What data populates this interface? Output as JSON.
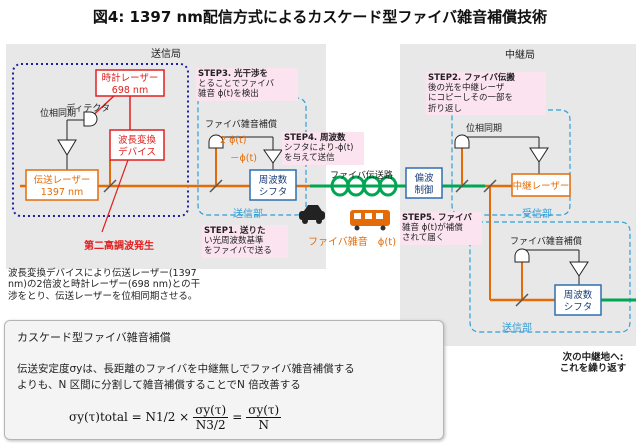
{
  "title": "図4: 1397 nm配信方式によるカスケード型ファイバ雑音補償技術",
  "stations": {
    "transmit": "送信局",
    "relay": "中継局",
    "transmit_unit": "送信部",
    "receive_unit": "受信部",
    "send_unit": "送信部"
  },
  "components": {
    "clock_laser_1": "時計レーザー",
    "clock_laser_2": "698 nm",
    "conversion_1": "波長変換",
    "conversion_2": "デバイス",
    "transmit_laser_1": "伝送レーザー",
    "transmit_laser_2": "1397 nm",
    "detector": "ディテクタ",
    "phase_lock_left": "位相同期",
    "phase_lock_right": "位相同期",
    "freq_shifter_1": "周波数",
    "freq_shifter_2": "シフタ",
    "polarization_1": "偏波",
    "polarization_2": "制御",
    "relay_laser": "中継レーザー",
    "fiber_path": "ファイバ伝送路",
    "noise_comp_1": "ファイバ雑音補償",
    "noise_comp_2": "ファイバ雑音補償",
    "two_phi": "2 ϕ(t)",
    "minus_phi": "－ϕ(t)",
    "fiber_noise": "ファイバ雑音　ϕ(t)",
    "shg": "第二高調波発生"
  },
  "steps": {
    "step1": [
      "STEP1. 送りた",
      "い光周波数基準",
      "をファイバで送る"
    ],
    "step2": [
      "STEP2. ファイバ伝搬",
      "後の光を中継レーザ",
      "にコピーしその一部を",
      "折り返し"
    ],
    "step3": [
      "STEP3. 光干渉を",
      "とることでファイバ",
      "雑音 ϕ(t)を検出"
    ],
    "step4": [
      "STEP4. 周波数",
      "シフタにより-ϕ(t)",
      "を与えて送信"
    ],
    "step5": [
      "STEP5. ファイバ",
      "雑音 ϕ(t)が補償",
      "されて届く"
    ]
  },
  "notes": {
    "conversion_note": [
      "波長変換デバイスにより伝送レーザー(1397",
      "nm)の2倍波と時計レーザー(698 nm)との干",
      "渉をとり、伝送レーザーを位相同期させる。"
    ],
    "next_relay": [
      "次の中継地へ:",
      "これを繰り返す"
    ]
  },
  "summary": {
    "heading": "カスケード型ファイバ雑音補償",
    "body": [
      "伝送安定度σyは、長距離のファイバを中継無しでファイバ雑音補償する",
      "よりも、N 区間に分割して雑音補償することでN 倍改善する"
    ],
    "formula_lhs": "σy(τ)total = N1/2 ×",
    "formula_num": "σy(τ)",
    "formula_den": "N3/2",
    "formula_eq": "=",
    "formula_num2": "σy(τ)",
    "formula_den2": "N"
  },
  "colors": {
    "orange": "#e36c09",
    "red": "#e02020",
    "green": "#00a651",
    "blue_dashed": "#2f9fd8",
    "navy_dotted": "#1f1fa0",
    "pink_box": "#fbe4f0",
    "gray_bg": "#e8e8e8"
  }
}
